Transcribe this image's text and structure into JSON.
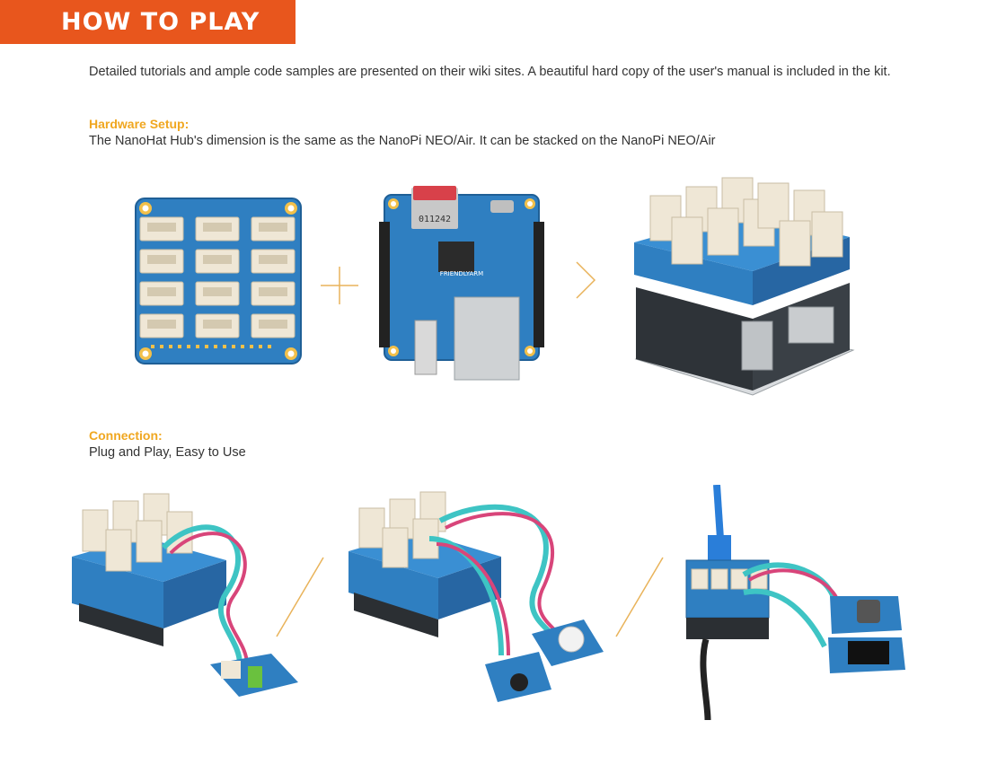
{
  "header": {
    "title": "HOW TO PLAY"
  },
  "intro": {
    "text": "Detailed tutorials and ample code samples are presented on their wiki sites. A beautiful hard copy of the user's manual is included in the kit."
  },
  "hardware_setup": {
    "heading": "Hardware Setup:",
    "text": "The NanoHat Hub's dimension is the same as the NanoPi NEO/Air. It can be stacked on the NanoPi NEO/Air",
    "figures": [
      {
        "name": "nanohat-hub-board"
      },
      {
        "name": "plus-sign"
      },
      {
        "name": "nanopi-neo-board",
        "silkscreen": "FRIENDLYARM",
        "sd_label": "011242"
      },
      {
        "name": "arrow-right"
      },
      {
        "name": "stacked-assembly"
      }
    ]
  },
  "connection": {
    "heading": "Connection:",
    "text": "Plug and Play, Easy to Use",
    "figures": [
      {
        "name": "hub-with-led-module"
      },
      {
        "name": "hub-with-button-and-buzzer"
      },
      {
        "name": "hub-with-joystick-and-oled"
      }
    ]
  },
  "colors": {
    "banner": "#e8561d",
    "heading": "#f0a720",
    "pcb_blue": "#2f7fc1",
    "connector": "#efe7d6",
    "cable_teal": "#3ec4c4",
    "cable_pink": "#d8457a"
  }
}
